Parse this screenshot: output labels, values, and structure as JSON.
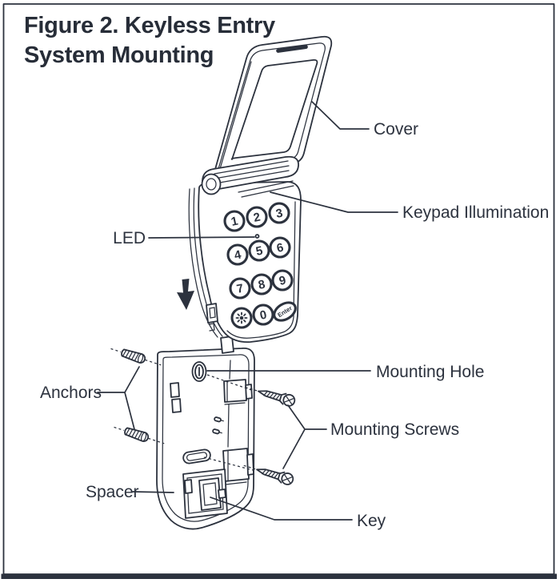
{
  "figure": {
    "title_line1": "Figure 2. Keyless Entry",
    "title_line2": "System Mounting"
  },
  "labels": {
    "cover": "Cover",
    "keypad_illumination": "Keypad Illumination",
    "led": "LED",
    "anchors": "Anchors",
    "mounting_hole": "Mounting Hole",
    "mounting_screws": "Mounting Screws",
    "spacer": "Spacer",
    "key": "Key"
  },
  "keypad": {
    "digit_buttons": [
      "1",
      "2",
      "3",
      "4",
      "5",
      "6",
      "7",
      "8",
      "9"
    ],
    "zero_label": "0",
    "enter_label": "Enter",
    "light_button_icon": "light-icon"
  },
  "colors": {
    "line": "#2c323e",
    "background": "#ffffff"
  }
}
